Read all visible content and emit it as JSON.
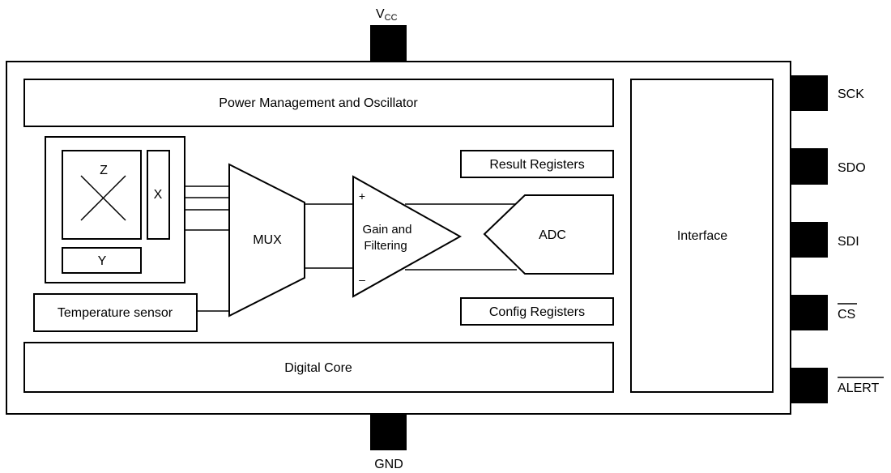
{
  "pins": {
    "vcc": {
      "main": "V",
      "sub": "CC"
    },
    "gnd": "GND",
    "right": [
      {
        "label": "SCK",
        "overline": false
      },
      {
        "label": "SDO",
        "overline": false
      },
      {
        "label": "SDI",
        "overline": false
      },
      {
        "label": "CS",
        "overline": true
      },
      {
        "label": "ALERT",
        "overline": true
      }
    ]
  },
  "blocks": {
    "power_management": "Power Management and Oscillator",
    "sensor": {
      "z": "Z",
      "x": "X",
      "y": "Y"
    },
    "temperature_sensor": "Temperature sensor",
    "mux": "MUX",
    "amplifier": {
      "line1": "Gain and",
      "line2": "Filtering",
      "plus": "+",
      "minus": "–"
    },
    "adc": "ADC",
    "result_registers": "Result Registers",
    "config_registers": "Config Registers",
    "digital_core": "Digital Core",
    "interface": "Interface"
  },
  "colors": {
    "line": "#000000",
    "pin_fill": "#000000",
    "background": "#ffffff"
  }
}
